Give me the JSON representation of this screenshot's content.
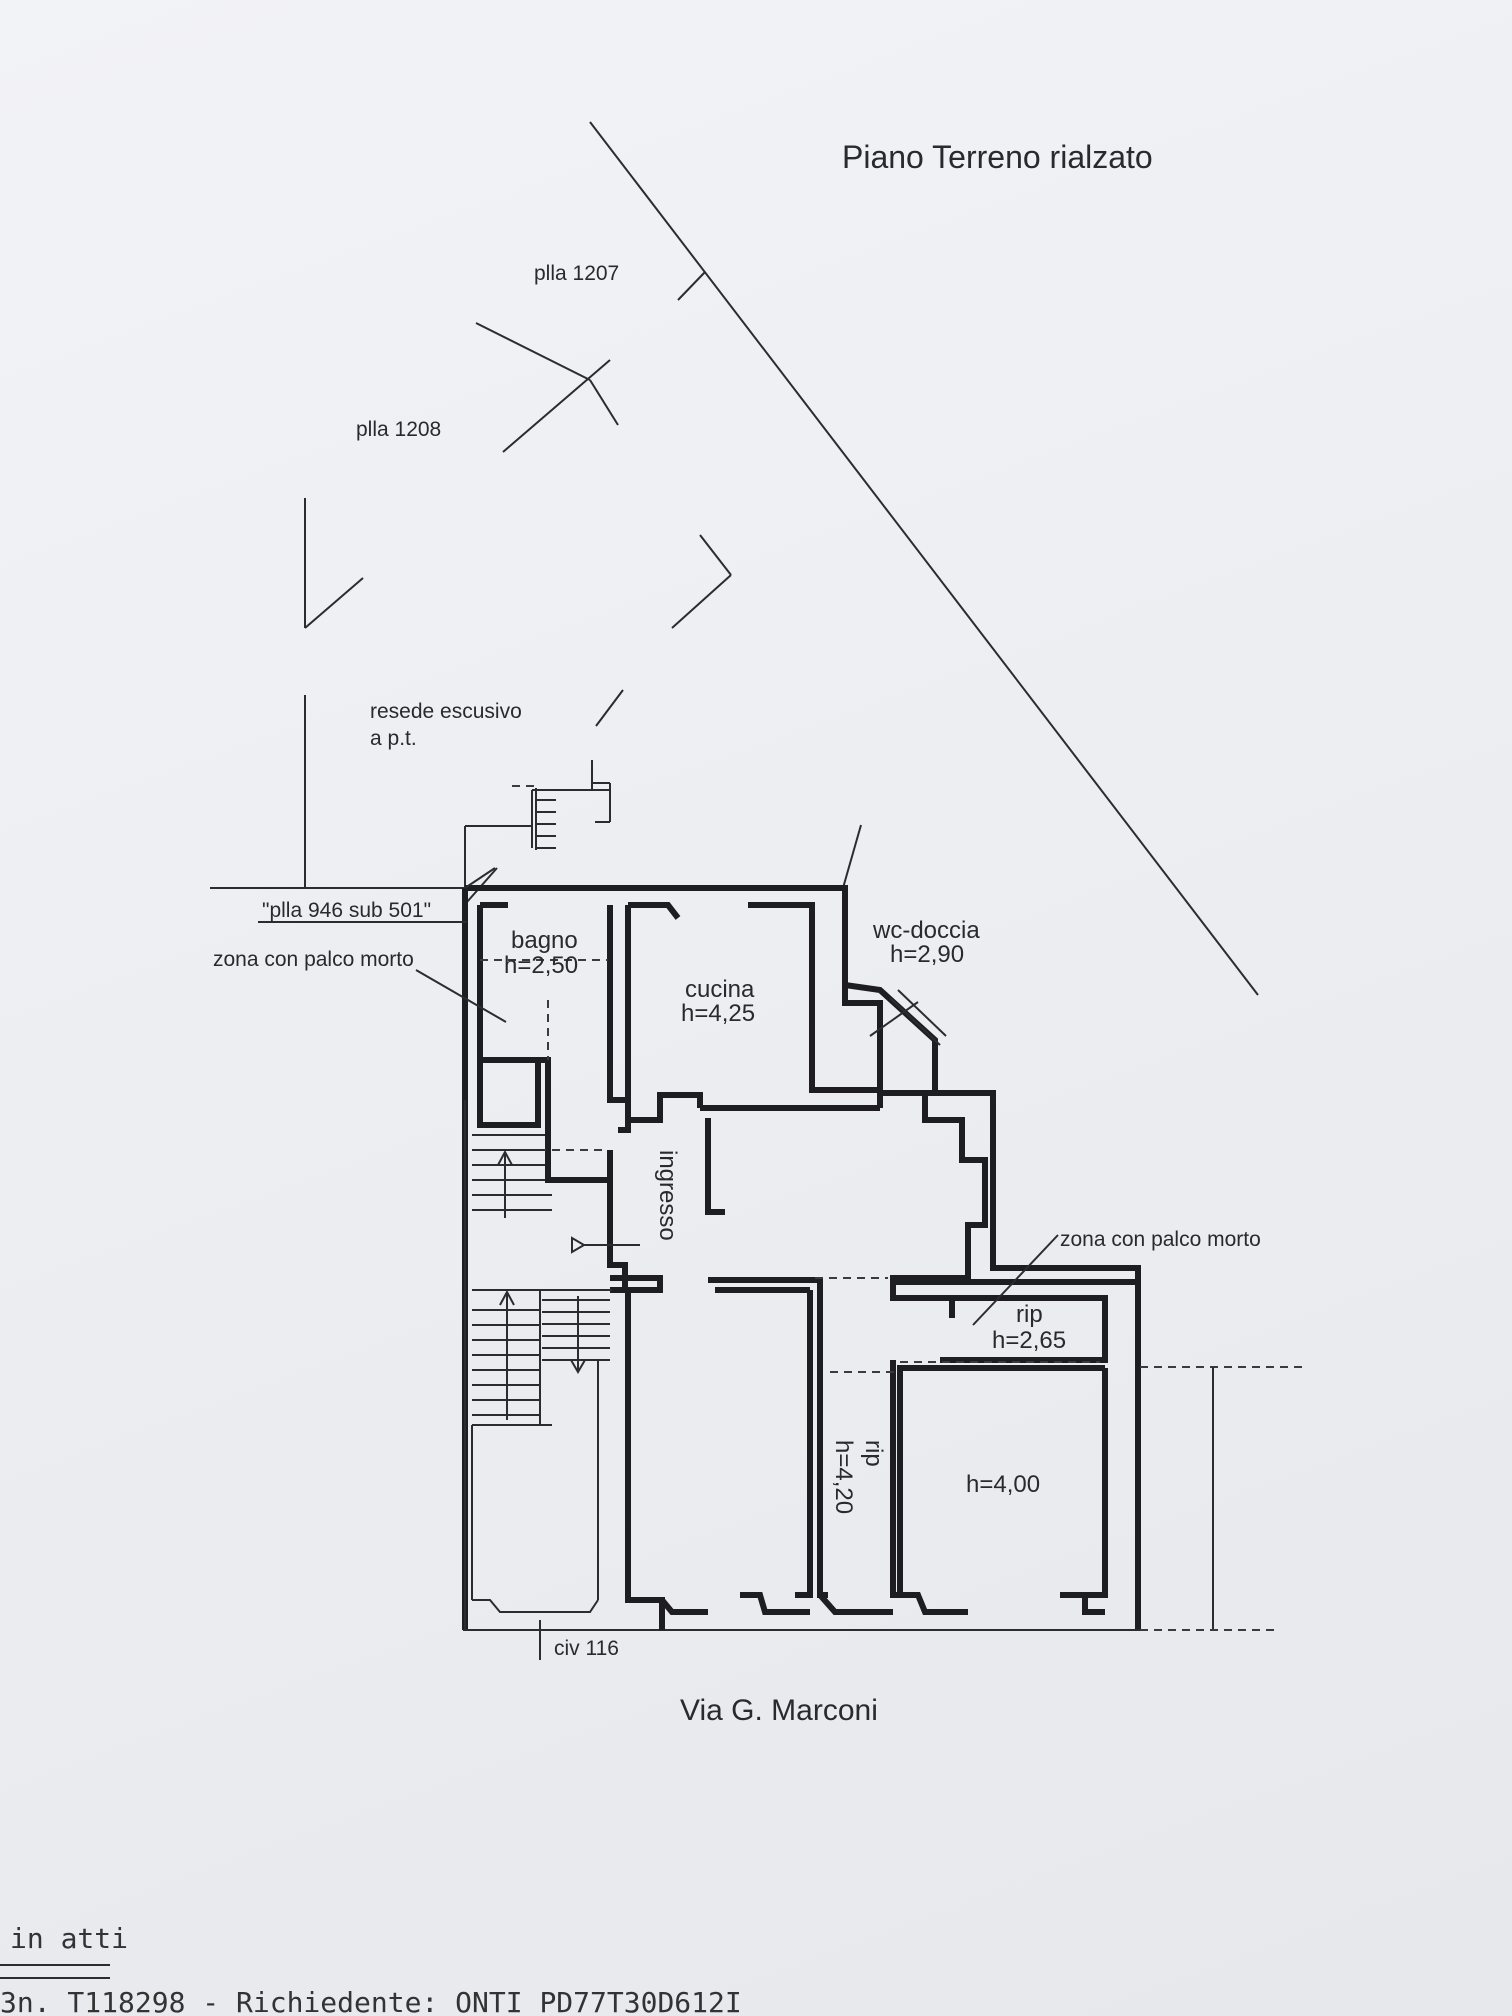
{
  "plan": {
    "title": "Piano Terreno rialzato",
    "parcels": {
      "plla_1207": "plla 1207",
      "plla_1208": "plla 1208",
      "plla_946": "\"plla 946 sub 501\""
    },
    "labels": {
      "resede_line1": "resede escusivo",
      "resede_line2": "a p.t.",
      "zona_left": "zona con palco morto",
      "zona_right": "zona con palco morto",
      "ingresso": "ingresso",
      "civ": "civ 116",
      "street": "Via G. Marconi"
    },
    "rooms": {
      "bagno_name": "bagno",
      "bagno_h": "h=2,50",
      "cucina_name": "cucina",
      "cucina_h": "h=4,25",
      "wc_name": "wc-doccia",
      "wc_h": "h=2,90",
      "rip_upper_name": "rip",
      "rip_upper_h": "h=2,65",
      "rip_lower_name": "rip",
      "rip_lower_h": "h=4,20",
      "room_h": "h=4,00"
    }
  },
  "footer": {
    "line1": "in atti",
    "line2": "3n. T118298 - Richiedente: ONTI PD77T30D612I"
  }
}
